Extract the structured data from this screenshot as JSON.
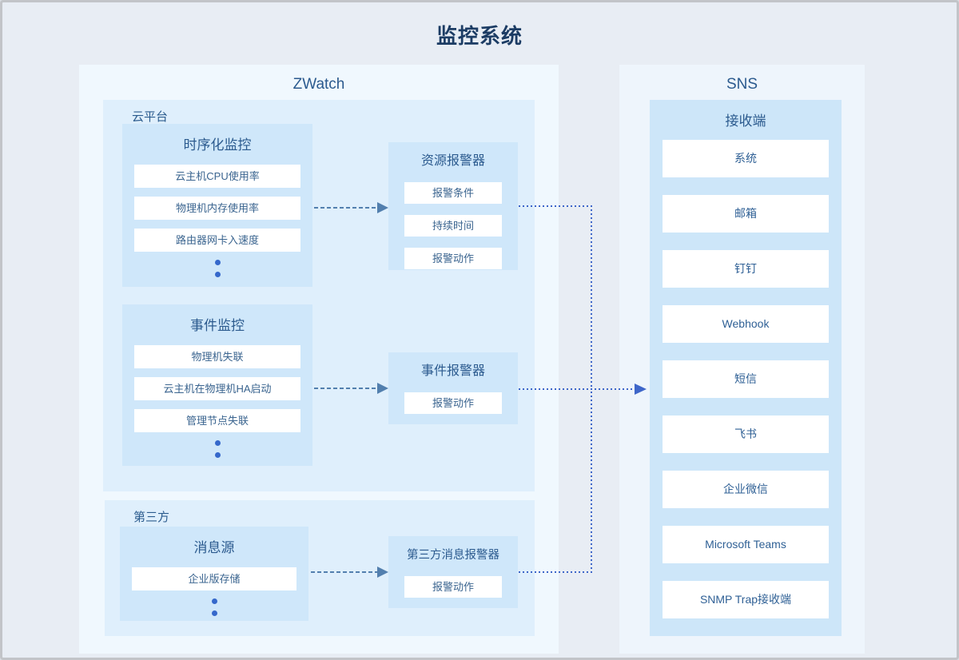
{
  "title": "监控系统",
  "zwatch": {
    "title": "ZWatch",
    "cloud_platform": {
      "label": "云平台",
      "timeseries_monitor": {
        "title": "时序化监控",
        "items": [
          "云主机CPU使用率",
          "物理机内存使用率",
          "路由器网卡入速度"
        ]
      },
      "event_monitor": {
        "title": "事件监控",
        "items": [
          "物理机失联",
          "云主机在物理机HA启动",
          "管理节点失联"
        ]
      }
    },
    "third_party": {
      "label": "第三方",
      "message_source": {
        "title": "消息源",
        "items": [
          "企业版存储"
        ]
      }
    },
    "alarms": {
      "resource": {
        "title": "资源报警器",
        "items": [
          "报警条件",
          "持续时间",
          "报警动作"
        ]
      },
      "event": {
        "title": "事件报警器",
        "items": [
          "报警动作"
        ]
      },
      "third_party_message": {
        "title": "第三方消息报警器",
        "items": [
          "报警动作"
        ]
      }
    }
  },
  "sns": {
    "title": "SNS",
    "receiver": {
      "title": "接收端",
      "items": [
        "系统",
        "邮箱",
        "钉钉",
        "Webhook",
        "短信",
        "飞书",
        "企业微信",
        "Microsoft Teams",
        "SNMP Trap接收端"
      ]
    }
  },
  "colors": {
    "background": "#e8edf4",
    "frame_border": "#c2c4c8",
    "zwatch_panel": "#f0f8fe",
    "sns_panel": "#eef5fc",
    "group_panel": "#dfeffc",
    "monitor_box": "#cfe7fa",
    "receiver_panel": "#cde6f9",
    "item_box": "#ffffff",
    "title_text": "#1c3c64",
    "heading_text": "#2b5a8e",
    "item_text": "#3a648f",
    "dashed_arrow": "#527fae",
    "dotted_line": "#3e66c9",
    "ellipsis_dot": "#3568cb"
  }
}
